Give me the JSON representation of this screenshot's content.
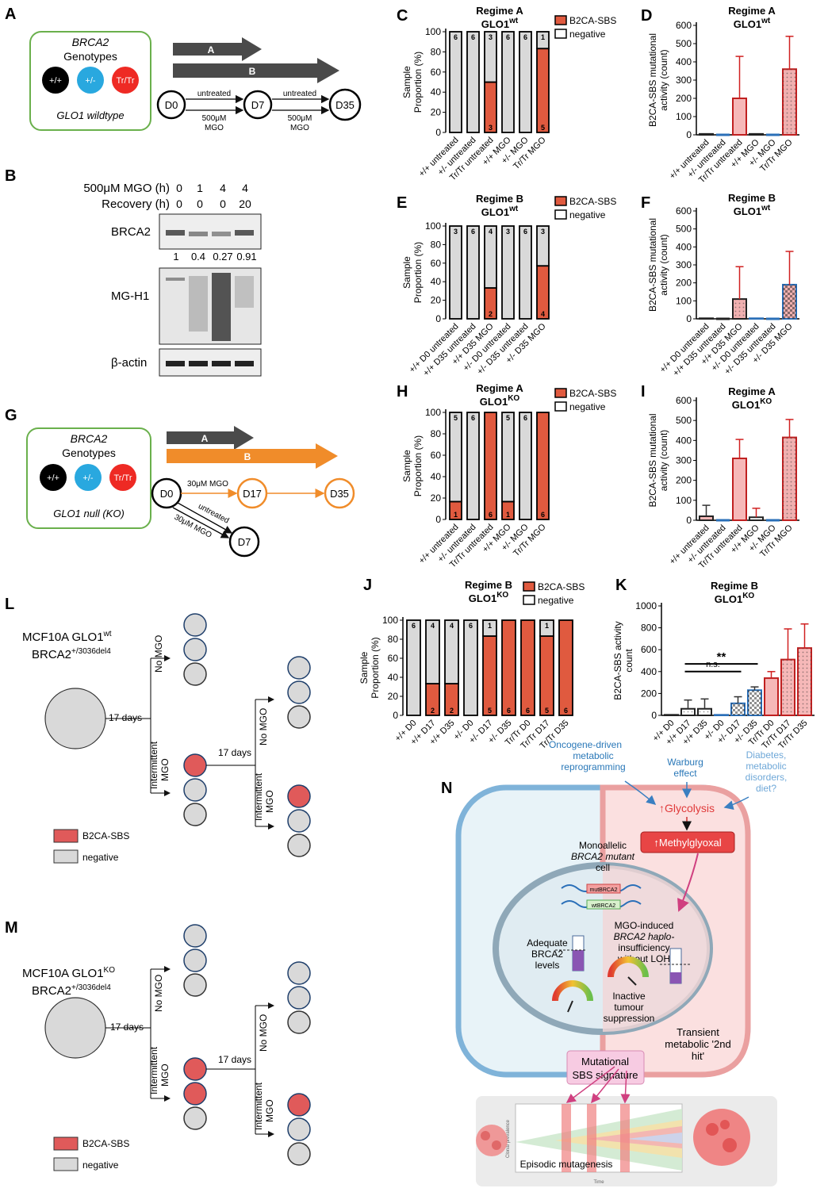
{
  "colors": {
    "red": "#e05a3f",
    "grey": "#d9d9d9",
    "green": "#6ab04c",
    "orange": "#f08c2a",
    "blue_dot": "#29a8df",
    "pink": "#f6b8b8",
    "dark_arrow": "#4a4a4a"
  },
  "panel_letters": [
    "A",
    "B",
    "C",
    "D",
    "E",
    "F",
    "G",
    "H",
    "I",
    "J",
    "K",
    "L",
    "M",
    "N"
  ],
  "panelA": {
    "box_title": "BRCA2",
    "box_sub": "Genotypes",
    "genotypes": [
      "+/+",
      "+/-",
      "Tr/Tr"
    ],
    "box_foot": "GLO1 wildtype",
    "arrow_a": "A",
    "arrow_b": "B",
    "nodes": [
      "D0",
      "D7",
      "D35"
    ],
    "edge_top": "untreated",
    "edge_bottom_1": "500μM",
    "edge_bottom_2": "MGO"
  },
  "panelB": {
    "mgo_label": "500μM MGO (h)",
    "recovery_label": "Recovery (h)",
    "mgo_values": [
      "0",
      "1",
      "4",
      "4"
    ],
    "recovery_values": [
      "0",
      "0",
      "0",
      "20"
    ],
    "rows": [
      "BRCA2",
      "MG-H1",
      "β-actin"
    ],
    "quant": [
      "1",
      "0.4",
      "0.27",
      "0.91"
    ]
  },
  "panelG": {
    "box_title": "BRCA2",
    "box_sub": "Genotypes",
    "genotypes": [
      "+/+",
      "+/-",
      "Tr/Tr"
    ],
    "box_foot": "GLO1 null (KO)",
    "arrow_a": "A",
    "arrow_b": "B",
    "nodes": [
      "D0",
      "D17",
      "D35",
      "D7"
    ],
    "edge_orange": "30μM MGO",
    "edge_untreated": "untreated",
    "edge_mgo": "30μM MGO"
  },
  "stacked_legend": {
    "pos": "B2CA-SBS",
    "neg": "negative"
  },
  "chart_data": [
    {
      "id": "C",
      "type": "bar",
      "stacked": true,
      "title": "Regime A",
      "subtitle": "GLO1",
      "sup": "wt",
      "ylabel": "Sample Proportion (%)",
      "ylim": [
        0,
        100
      ],
      "categories": [
        "+/+ untreated",
        "+/- untreated",
        "Tr/Tr untreated",
        "+/+ MGO",
        "+/- MGO",
        "Tr/Tr MGO"
      ],
      "series": [
        {
          "name": "B2CA-SBS",
          "values": [
            0,
            0,
            50,
            0,
            0,
            83.3
          ],
          "counts": [
            "",
            "",
            "3",
            "",
            "",
            "5"
          ]
        },
        {
          "name": "negative",
          "values": [
            100,
            100,
            50,
            100,
            100,
            16.7
          ],
          "counts": [
            "6",
            "6",
            "3",
            "6",
            "6",
            "1"
          ]
        }
      ]
    },
    {
      "id": "E",
      "type": "bar",
      "stacked": true,
      "title": "Regime B",
      "subtitle": "GLO1",
      "sup": "wt",
      "ylabel": "Sample Proportion (%)",
      "ylim": [
        0,
        100
      ],
      "categories": [
        "+/+ D0 untreated",
        "+/+ D35 untreated",
        "+/+ D35 MGO",
        "+/- D0 untreated",
        "+/- D35 untreated",
        "+/- D35 MGO"
      ],
      "series": [
        {
          "name": "B2CA-SBS",
          "values": [
            0,
            0,
            33.3,
            0,
            0,
            57.1
          ],
          "counts": [
            "",
            "",
            "2",
            "",
            "",
            "4"
          ]
        },
        {
          "name": "negative",
          "values": [
            100,
            100,
            66.7,
            100,
            100,
            42.9
          ],
          "counts": [
            "3",
            "6",
            "4",
            "3",
            "6",
            "3"
          ]
        }
      ]
    },
    {
      "id": "H",
      "type": "bar",
      "stacked": true,
      "title": "Regime A",
      "subtitle": "GLO1",
      "sup": "KO",
      "ylabel": "Sample Proportion (%)",
      "ylim": [
        0,
        100
      ],
      "categories": [
        "+/+ untreated",
        "+/- untreated",
        "Tr/Tr untreated",
        "+/+ MGO",
        "+/- MGO",
        "Tr/Tr MGO"
      ],
      "series": [
        {
          "name": "B2CA-SBS",
          "values": [
            16.7,
            0,
            100,
            16.7,
            0,
            100
          ],
          "counts": [
            "1",
            "",
            "6",
            "1",
            "",
            "6"
          ]
        },
        {
          "name": "negative",
          "values": [
            83.3,
            100,
            0,
            83.3,
            100,
            0
          ],
          "counts": [
            "5",
            "6",
            "",
            "5",
            "6",
            ""
          ]
        }
      ]
    },
    {
      "id": "J",
      "type": "bar",
      "stacked": true,
      "title": "Regime B",
      "subtitle": "GLO1",
      "sup": "KO",
      "ylabel": "Sample Proportion (%)",
      "ylim": [
        0,
        100
      ],
      "categories": [
        "+/+ D0",
        "+/+ D17",
        "+/+ D35",
        "+/- D0",
        "+/- D17",
        "+/- D35",
        "Tr/Tr D0",
        "Tr/Tr D17",
        "Tr/Tr D35"
      ],
      "series": [
        {
          "name": "B2CA-SBS",
          "values": [
            0,
            33.3,
            33.3,
            0,
            83.3,
            100,
            100,
            83.3,
            100
          ],
          "counts": [
            "",
            "2",
            "2",
            "",
            "5",
            "6",
            "6",
            "5",
            "6"
          ]
        },
        {
          "name": "negative",
          "values": [
            100,
            66.7,
            66.7,
            100,
            16.7,
            0,
            0,
            16.7,
            0
          ],
          "counts": [
            "6",
            "4",
            "4",
            "6",
            "1",
            "",
            "",
            "1",
            ""
          ]
        }
      ]
    },
    {
      "id": "D",
      "type": "bar",
      "title": "Regime A",
      "subtitle": "GLO1",
      "sup": "wt",
      "ylabel": "B2CA-SBS mutational activity (count)",
      "ylim": [
        0,
        600
      ],
      "yticks": [
        0,
        100,
        200,
        300,
        400,
        500,
        600
      ],
      "categories": [
        "+/+ untreated",
        "+/- untreated",
        "Tr/Tr untreated",
        "+/+ MGO",
        "+/- MGO",
        "Tr/Tr MGO"
      ],
      "values": [
        5,
        0,
        200,
        5,
        0,
        360
      ],
      "errors": [
        0,
        0,
        230,
        0,
        0,
        180
      ]
    },
    {
      "id": "F",
      "type": "bar",
      "title": "Regime B",
      "subtitle": "GLO1",
      "sup": "wt",
      "ylabel": "B2CA-SBS mutational activity (count)",
      "ylim": [
        0,
        600
      ],
      "yticks": [
        0,
        100,
        200,
        300,
        400,
        500,
        600
      ],
      "categories": [
        "+/+ D0 untreated",
        "+/+ D35 untreated",
        "+/+ D35 MGO",
        "+/- D0 untreated",
        "+/- D35 untreated",
        "+/- D35 MGO"
      ],
      "values": [
        3,
        0,
        110,
        3,
        0,
        190
      ],
      "errors": [
        0,
        0,
        180,
        0,
        0,
        185
      ]
    },
    {
      "id": "I",
      "type": "bar",
      "title": "Regime A",
      "subtitle": "GLO1",
      "sup": "KO",
      "ylabel": "B2CA-SBS mutational activity (count)",
      "ylim": [
        0,
        600
      ],
      "yticks": [
        0,
        100,
        200,
        300,
        400,
        500,
        600
      ],
      "categories": [
        "+/+ untreated",
        "+/- untreated",
        "Tr/Tr untreated",
        "+/+ MGO",
        "+/- MGO",
        "Tr/Tr MGO"
      ],
      "values": [
        20,
        0,
        310,
        15,
        0,
        415
      ],
      "errors": [
        55,
        0,
        95,
        45,
        0,
        90
      ]
    },
    {
      "id": "K",
      "type": "bar",
      "title": "Regime B",
      "subtitle": "GLO1",
      "sup": "KO",
      "ylabel": "B2CA-SBS activity count",
      "ylim": [
        0,
        1000
      ],
      "yticks": [
        0,
        200,
        400,
        600,
        800,
        1000
      ],
      "categories": [
        "+/+ D0",
        "+/+ D17",
        "+/+ D35",
        "+/- D0",
        "+/- D17",
        "+/- D35",
        "Tr/Tr D0",
        "Tr/Tr D17",
        "Tr/Tr D35"
      ],
      "values": [
        5,
        60,
        60,
        5,
        110,
        230,
        340,
        510,
        615
      ],
      "errors": [
        0,
        80,
        90,
        0,
        60,
        30,
        60,
        280,
        220
      ],
      "annotations": [
        {
          "text": "n.s."
        },
        {
          "text": "**"
        }
      ]
    }
  ],
  "panelL": {
    "title": "MCF10A GLO1",
    "title_sup": "wt",
    "genotype": "BRCA2",
    "genotype_sup": "+/3036del4",
    "step1": "17 days",
    "step2": "17 days",
    "branch_no": "No MGO",
    "branch_int_1": "Intermittent",
    "branch_int_2": "MGO",
    "legend_pos": "B2CA-SBS",
    "legend_neg": "negative"
  },
  "panelM": {
    "title": "MCF10A GLO1",
    "title_sup": "KO",
    "genotype": "BRCA2",
    "genotype_sup": "+/3036del4",
    "step1": "17 days",
    "step2": "17 days",
    "branch_no": "No MGO",
    "branch_int_1": "Intermittent",
    "branch_int_2": "MGO",
    "legend_pos": "B2CA-SBS",
    "legend_neg": "negative"
  },
  "panelN": {
    "onc_1": "Oncogene-driven",
    "onc_2": "metabolic",
    "onc_3": "reprogramming",
    "warburg_1": "Warburg",
    "warburg_2": "effect",
    "diab_1": "Diabetes,",
    "diab_2": "metabolic",
    "diab_3": "disorders,",
    "diab_4": "diet?",
    "glycolysis": "Glycolysis",
    "mgo": "Methylglyoxal",
    "cell_1": "Monoallelic",
    "cell_2": "BRCA2 mutant",
    "cell_3": "cell",
    "mut_gene": "mutBRCA2",
    "wt_gene": "wtBRCA2",
    "adequate_1": "Adequate",
    "adequate_2": "BRCA2",
    "adequate_3": "levels",
    "hapl_1": "MGO-induced",
    "hapl_2": "BRCA2 haplo-",
    "hapl_3": "insufficiency",
    "hapl_4": "without LOH",
    "inactive_1": "Inactive",
    "inactive_2": "tumour",
    "inactive_3": "suppression",
    "transient_1": "Transient",
    "transient_2": "metabolic '2nd",
    "transient_3": "hit'",
    "sig_1": "Mutational",
    "sig_2": "SBS signature",
    "episodic": "Episodic mutagenesis",
    "clonal": "Clonal prevalence",
    "time": "Time"
  }
}
